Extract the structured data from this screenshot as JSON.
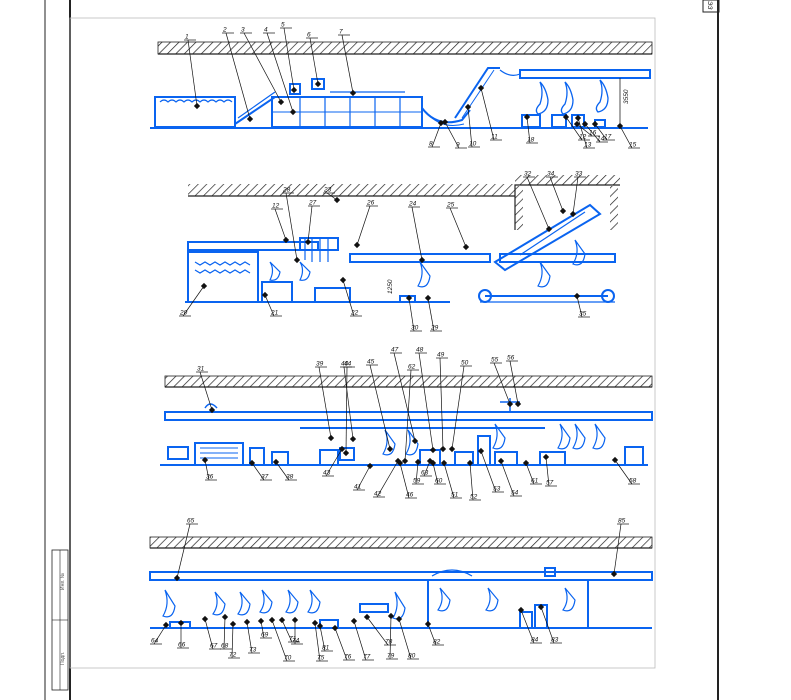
{
  "sheet": {
    "corner_code": "ЭЗ",
    "sidebar_note_top": "Инв. №",
    "sidebar_note_bottom": "Подп."
  },
  "colors": {
    "line": "#0a64f0",
    "frame": "#222222",
    "text": "#111111",
    "leader": "#111111"
  },
  "sections": [
    {
      "id": "row-1",
      "labels": [
        "1",
        "2",
        "3",
        "4",
        "5",
        "6",
        "7",
        "8",
        "9",
        "10",
        "11",
        "12",
        "13",
        "14",
        "15",
        "16",
        "17",
        "18"
      ],
      "dimension": "3550"
    },
    {
      "id": "row-2",
      "labels": [
        "12",
        "20",
        "21",
        "22",
        "23",
        "24",
        "25",
        "26",
        "27",
        "28",
        "29",
        "30",
        "32",
        "33",
        "34",
        "35"
      ],
      "dimension": "1250"
    },
    {
      "id": "row-3",
      "labels": [
        "31",
        "36",
        "37",
        "38",
        "39",
        "40",
        "41",
        "42",
        "43",
        "44",
        "45",
        "46",
        "47",
        "48",
        "49",
        "50",
        "51",
        "52",
        "53",
        "54",
        "55",
        "56",
        "57",
        "58",
        "59",
        "60",
        "61",
        "62",
        "63"
      ]
    },
    {
      "id": "row-4",
      "labels": [
        "64",
        "65",
        "66",
        "67",
        "68",
        "69",
        "70",
        "71",
        "72",
        "73",
        "74",
        "75",
        "76",
        "77",
        "78",
        "79",
        "80",
        "81",
        "82",
        "83",
        "84",
        "85"
      ]
    }
  ]
}
